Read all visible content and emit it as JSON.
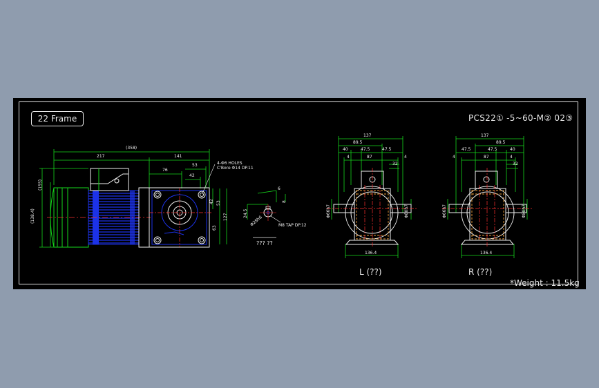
{
  "header": {
    "frame_label": "22 Frame",
    "model_code": "PCS22① -5~60-M② 02③"
  },
  "footer": {
    "weight": "*Weight : 11.5kg"
  },
  "views": {
    "left_caption": "L (??)",
    "right_caption": "R (??)",
    "shaft_caption": "??? ??"
  },
  "notes": {
    "holes": "4-Φ6 HOLES",
    "counterbore": "C'Bore Φ14 DP.11",
    "tap": "M8 TAP DP.12"
  },
  "dims": {
    "side_total": "(358)",
    "side_motor": "217",
    "side_gear": "141",
    "side_76": "76",
    "side_53": "53",
    "side_42": "42",
    "side_height_155": "(155)",
    "side_height_138": "(138.4)",
    "side_r42": "42",
    "side_r53": "53",
    "side_r63": "63",
    "side_r127": "127",
    "shaft_6": "6",
    "shaft_8": "8",
    "shaft_245": "24.5",
    "shaft_phi28": "Φ28h6",
    "l_137": "137",
    "l_895": "89.5",
    "l_40": "40",
    "l_475a": "47.5",
    "l_475b": "47.5",
    "l_4a": "4",
    "l_87": "87",
    "l_4b": "4",
    "l_32": "32",
    "l_bottom": "136.4",
    "l_phi_left": "Φ66h7",
    "l_phi_right": "Φ80h7",
    "r_137": "137",
    "r_895": "89.5",
    "r_475a": "47.5",
    "r_475b": "47.5",
    "r_40": "40",
    "r_4a": "4",
    "r_87": "87",
    "r_4b": "4",
    "r_32": "32",
    "r_bottom": "136.4",
    "r_phi_left": "Φ66h7",
    "r_phi_right": "Φ80h7"
  },
  "colors": {
    "motor_blue": "#1c32e8",
    "dim_green": "#16d81c",
    "center_red": "#ff3030",
    "hidden_orange": "#e89a3a",
    "line_white": "#f0f0f0"
  }
}
